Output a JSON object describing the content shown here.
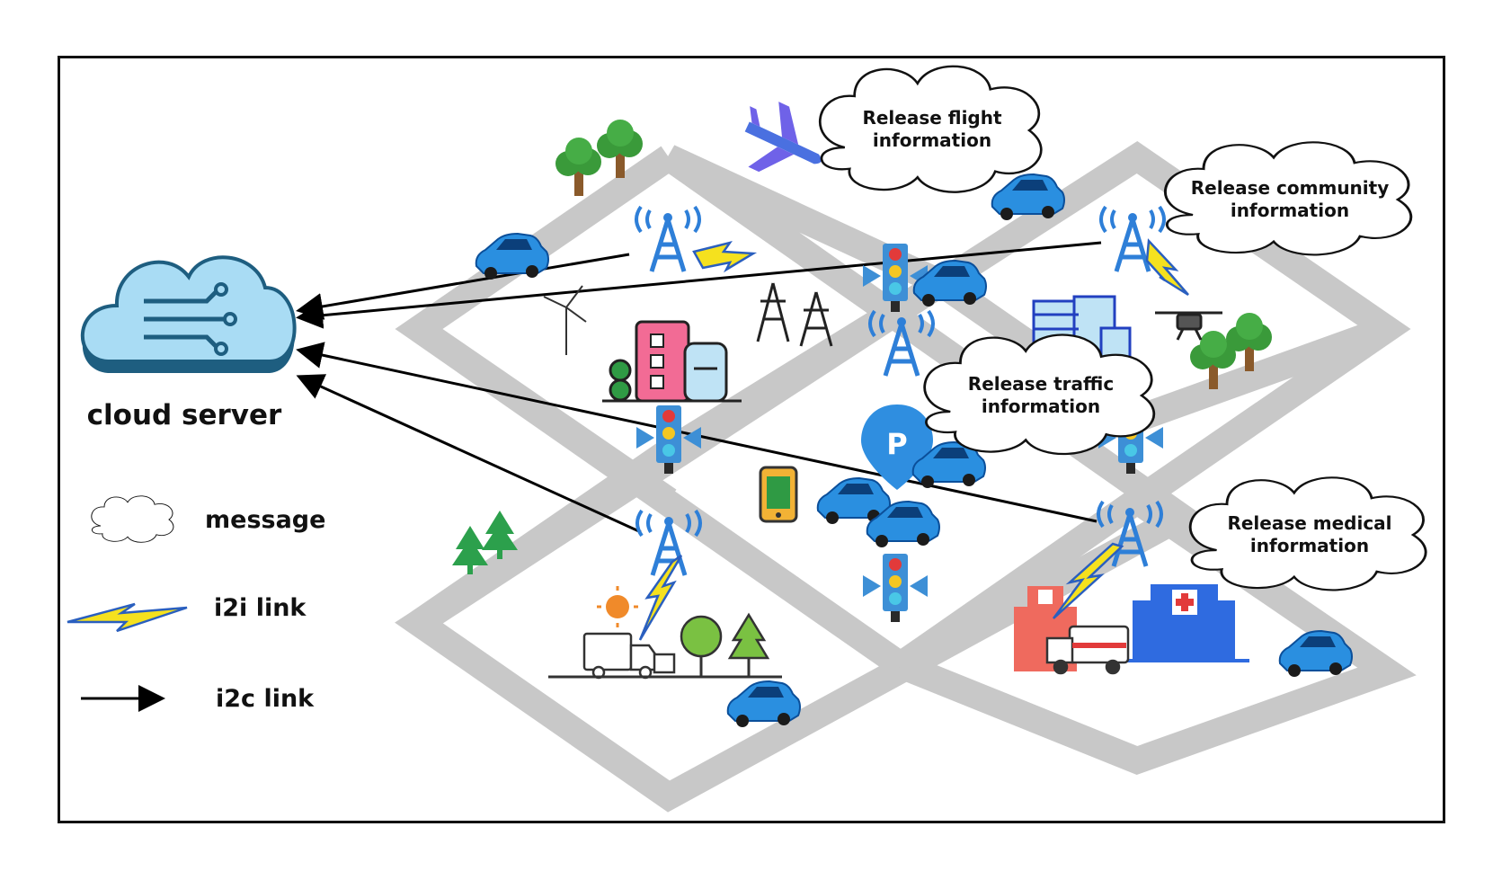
{
  "server": {
    "label": "cloud server",
    "icon": "cloud-server-icon"
  },
  "messages": {
    "flight": [
      "Release flight",
      "information"
    ],
    "community": [
      "Release community",
      "information"
    ],
    "traffic": [
      "Release traffic",
      "information"
    ],
    "medical": [
      "Release medical",
      "information"
    ]
  },
  "legend": {
    "message": "message",
    "i2i": "i2i link",
    "i2c": "i2c link"
  },
  "parking_sign": "P",
  "colors": {
    "road": "#c8c8c8",
    "car": "#2a8fe0",
    "tower": "#2e7fd8",
    "lightning": "#f5e11e",
    "cloud_fill": "#a9dcf4"
  }
}
